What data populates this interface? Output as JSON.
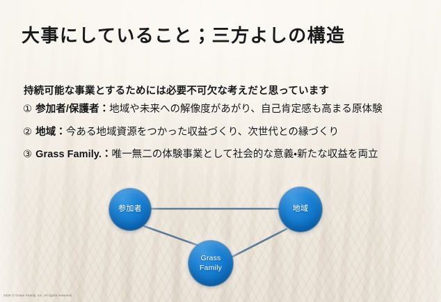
{
  "slide": {
    "title": "大事にしていること；三方よしの構造",
    "lead": "持続可能な事業とするためには必要不可欠な考えだと思っています",
    "bullets": [
      {
        "num": "①",
        "label": "参加者/保護者",
        "separator": "：",
        "text": "地域や未来への解像度があがり、自己肯定感も高まる原体験"
      },
      {
        "num": "②",
        "label": "地域",
        "separator": "：",
        "text": "今ある地域資源をつかった収益づくり、次世代との縁づくり"
      },
      {
        "num": "③",
        "label": "Grass Family.",
        "separator": "：",
        "text": "唯一無二の体験事業として社会的な意義・新たな収益を両立"
      }
    ],
    "footer": "2025 © Grass Family. Inc. All rights reserved."
  },
  "diagram": {
    "type": "triangle-relationship",
    "nodes": {
      "participant": {
        "label": "参加者"
      },
      "region": {
        "label": "地域"
      },
      "company": {
        "label_line1": "Grass",
        "label_line2": "Family"
      }
    },
    "connectors": [
      "participant-region",
      "participant-company",
      "company-region"
    ]
  },
  "colors": {
    "node_fill": "#1f84d6",
    "node_fill_dark": "#0a63b0",
    "connector": "#5b7a96",
    "title_text": "#1a1a1a",
    "body_text": "#141414",
    "background_paper": "#efe9e1"
  }
}
